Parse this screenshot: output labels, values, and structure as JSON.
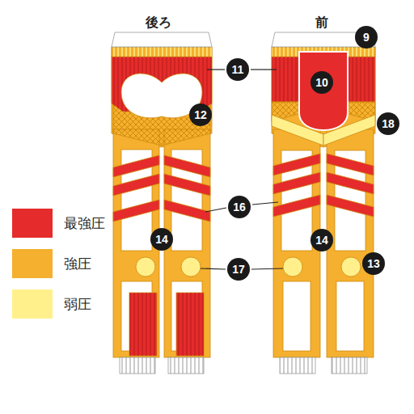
{
  "diagram": {
    "nodes": [
      {
        "text": [
          "9"
        ]
      },
      {
        "text": [
          "11"
        ]
      },
      {
        "text": [
          "10"
        ]
      },
      {
        "text": [
          "12"
        ]
      },
      {
        "text": [
          "18"
        ]
      },
      {
        "text": [
          "16"
        ]
      },
      {
        "text": [
          "14"
        ]
      },
      {
        "text": [
          "14"
        ]
      },
      {
        "text": [
          "13"
        ]
      },
      {
        "text": [
          "17"
        ]
      }
    ],
    "labels": [
      "後ろ",
      "前"
    ],
    "legend": [
      {
        "text": "最強圧",
        "color": "#e52b2b"
      },
      {
        "text": "強圧",
        "color": "#f4b02e"
      },
      {
        "text": "弱圧",
        "color": "#fff08c"
      }
    ]
  }
}
